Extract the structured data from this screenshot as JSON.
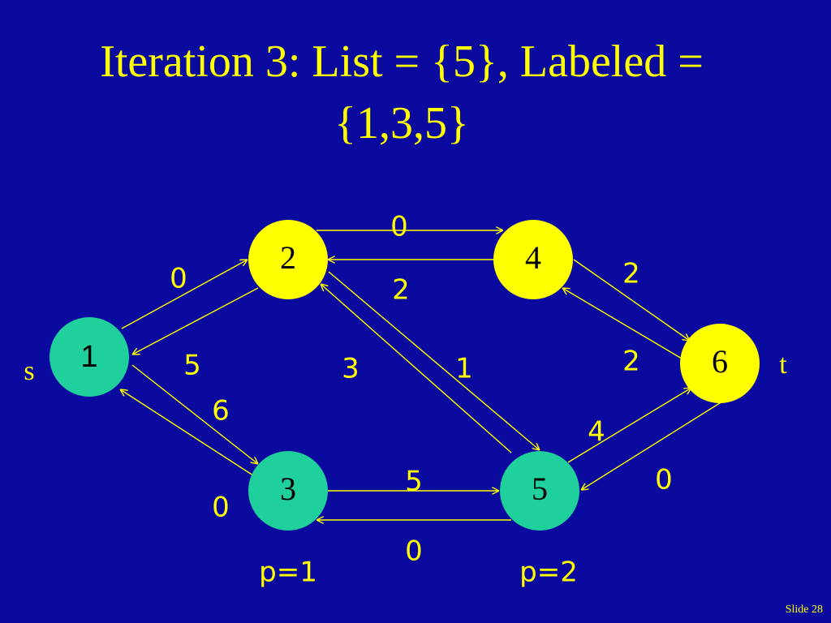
{
  "title": "Iteration 3: List = {5}, Labeled = {1,3,5}",
  "colors": {
    "background": "#0a0a9e",
    "text": "#ffff00",
    "labeled_node": "#1fcf9c",
    "unlabeled_node": "#ffff00",
    "edge": "#ffff00"
  },
  "source_label": "s",
  "sink_label": "t",
  "nodes": [
    {
      "id": "1",
      "label": "1",
      "labeled": true
    },
    {
      "id": "2",
      "label": "2",
      "labeled": false
    },
    {
      "id": "3",
      "label": "3",
      "labeled": true
    },
    {
      "id": "4",
      "label": "4",
      "labeled": false
    },
    {
      "id": "5",
      "label": "5",
      "labeled": true
    },
    {
      "id": "6",
      "label": "6",
      "labeled": false
    }
  ],
  "edges": [
    {
      "from": "1",
      "to": "2",
      "residual": "0"
    },
    {
      "from": "2",
      "to": "1",
      "residual": "5"
    },
    {
      "from": "1",
      "to": "3",
      "residual": "6"
    },
    {
      "from": "3",
      "to": "1",
      "residual": "0"
    },
    {
      "from": "2",
      "to": "4",
      "residual": "0"
    },
    {
      "from": "4",
      "to": "2",
      "residual": "2"
    },
    {
      "from": "2",
      "to": "5",
      "residual": "1"
    },
    {
      "from": "5",
      "to": "2",
      "residual": "3"
    },
    {
      "from": "3",
      "to": "5",
      "residual": "5"
    },
    {
      "from": "5",
      "to": "3",
      "residual": "0"
    },
    {
      "from": "4",
      "to": "6",
      "residual": "2"
    },
    {
      "from": "6",
      "to": "4",
      "residual": "2"
    },
    {
      "from": "5",
      "to": "6",
      "residual": "4"
    },
    {
      "from": "6",
      "to": "5",
      "residual": "0"
    }
  ],
  "predecessors": [
    {
      "node": "3",
      "text": "p=1"
    },
    {
      "node": "5",
      "text": "p=2"
    }
  ],
  "slide_number": "Slide 28"
}
